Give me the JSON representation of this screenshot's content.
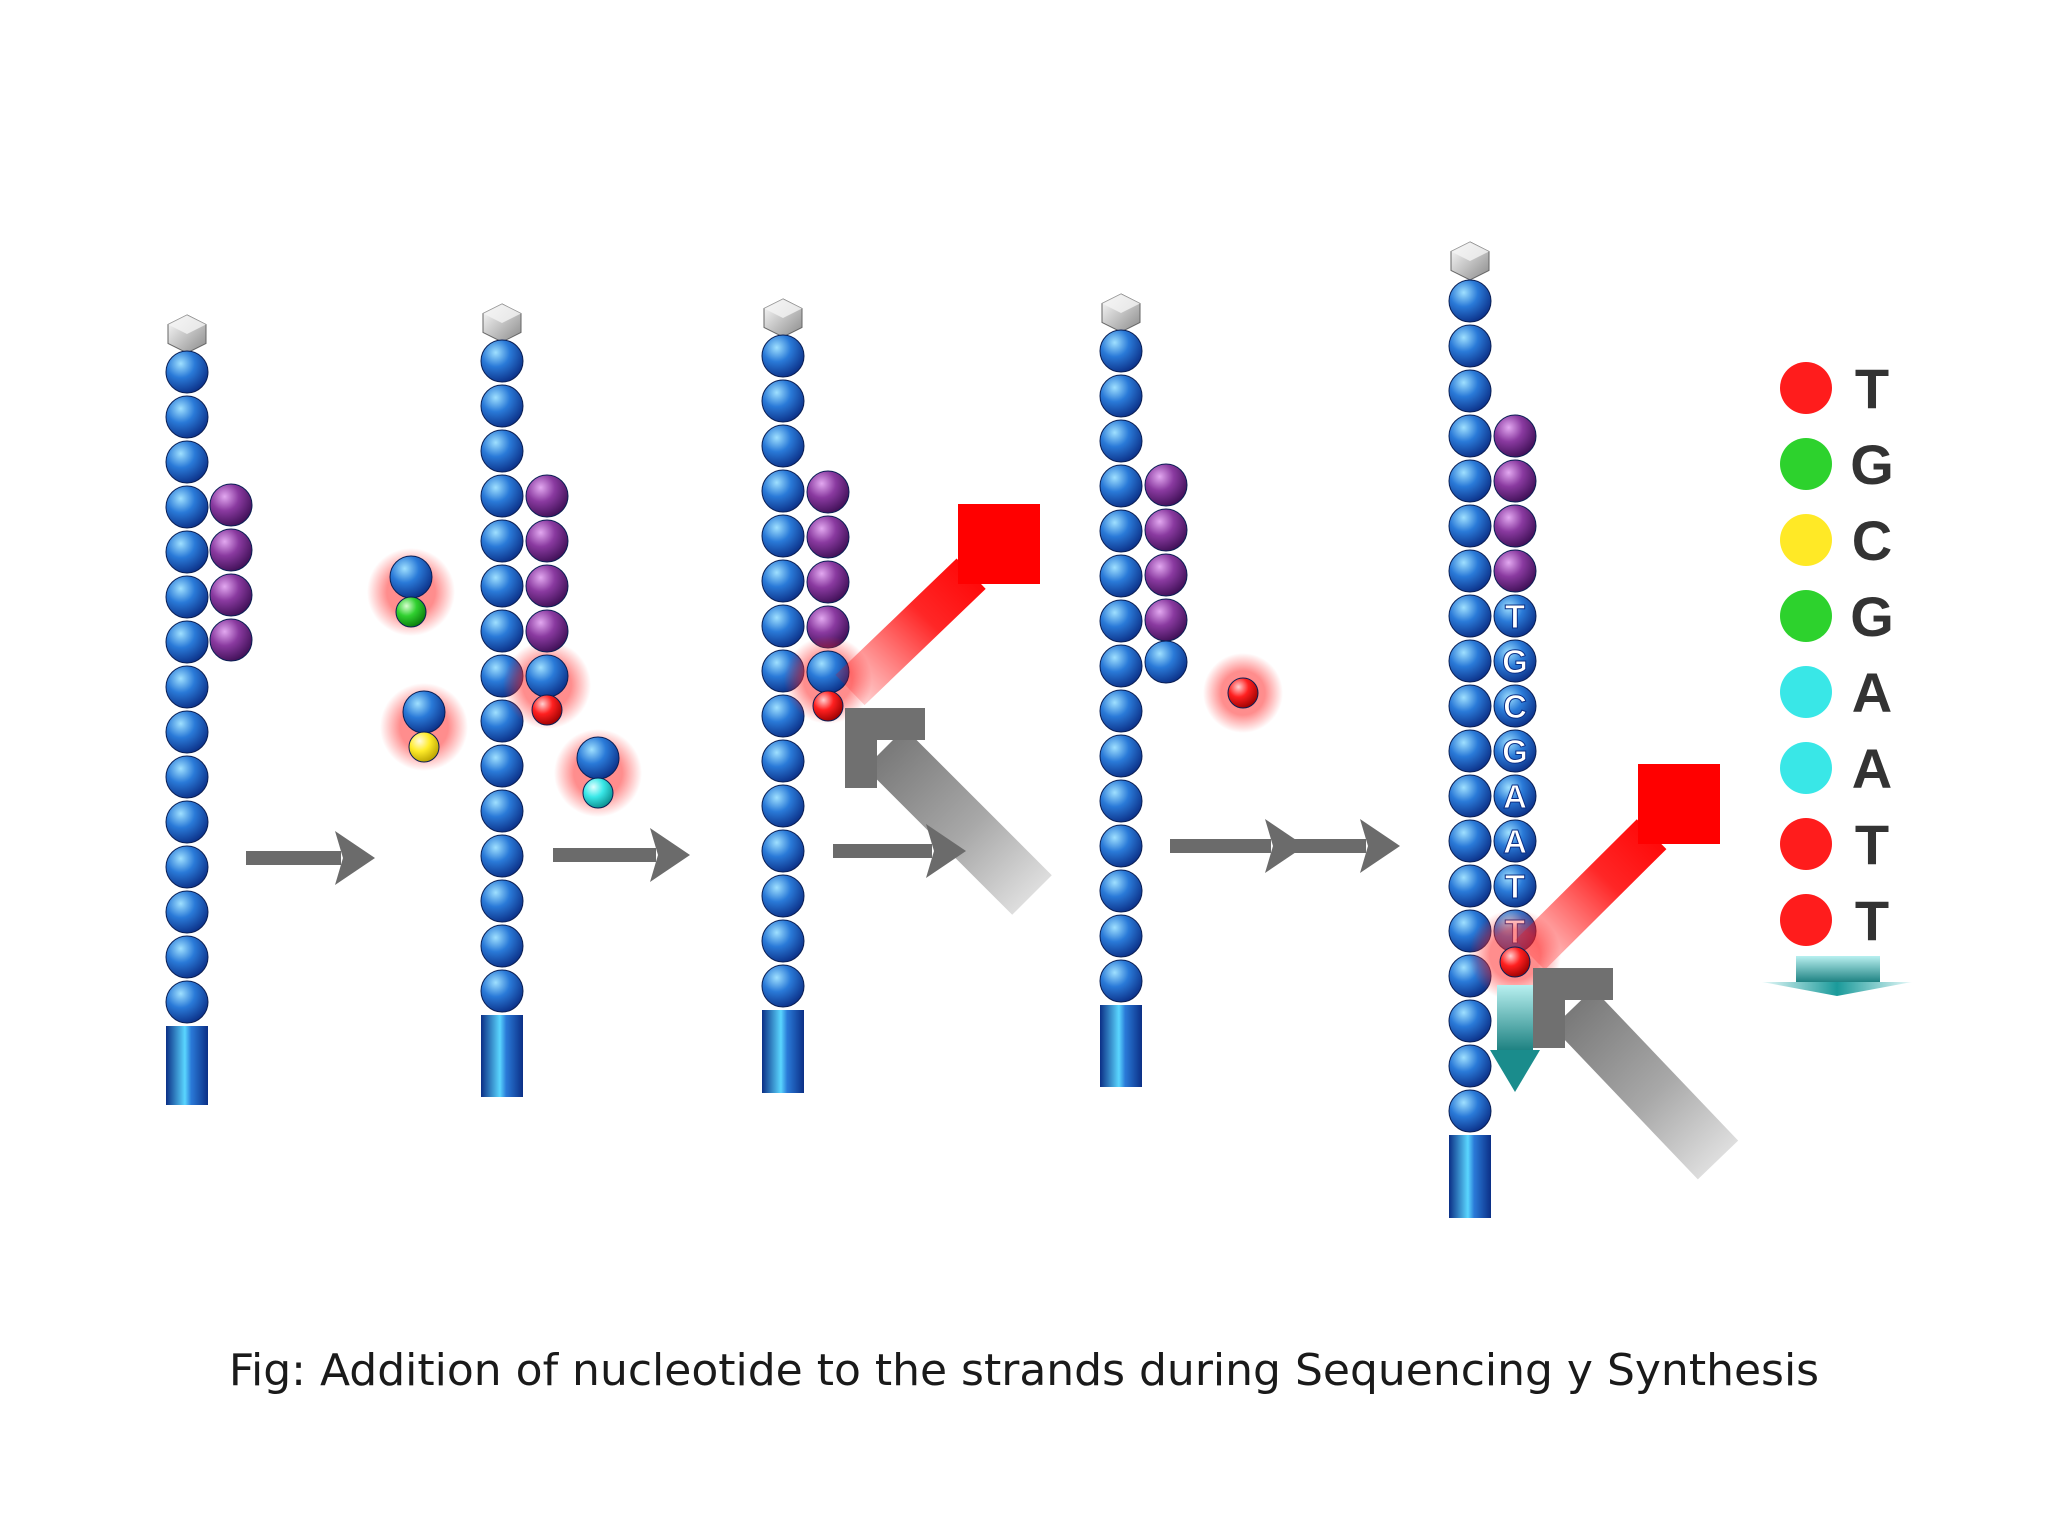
{
  "caption": "Fig: Addition of nucleotide to the strands during Sequencing y Synthesis",
  "colors": {
    "backbone": "#1f63c8",
    "primer": "#7a2d92",
    "T": "#ff1010",
    "G": "#22d022",
    "C": "#ffe81a",
    "A": "#2ee6e6",
    "flow_arrow": "#6b6b6b",
    "laser": "#ff0000",
    "emission": "#888888",
    "read_arrow": "#1a8c8c"
  },
  "read_bases": [
    "T",
    "G",
    "C",
    "G",
    "A",
    "A",
    "T",
    "T"
  ],
  "strand_bases": [
    "T",
    "G",
    "C",
    "G",
    "A",
    "A",
    "T",
    "T"
  ]
}
